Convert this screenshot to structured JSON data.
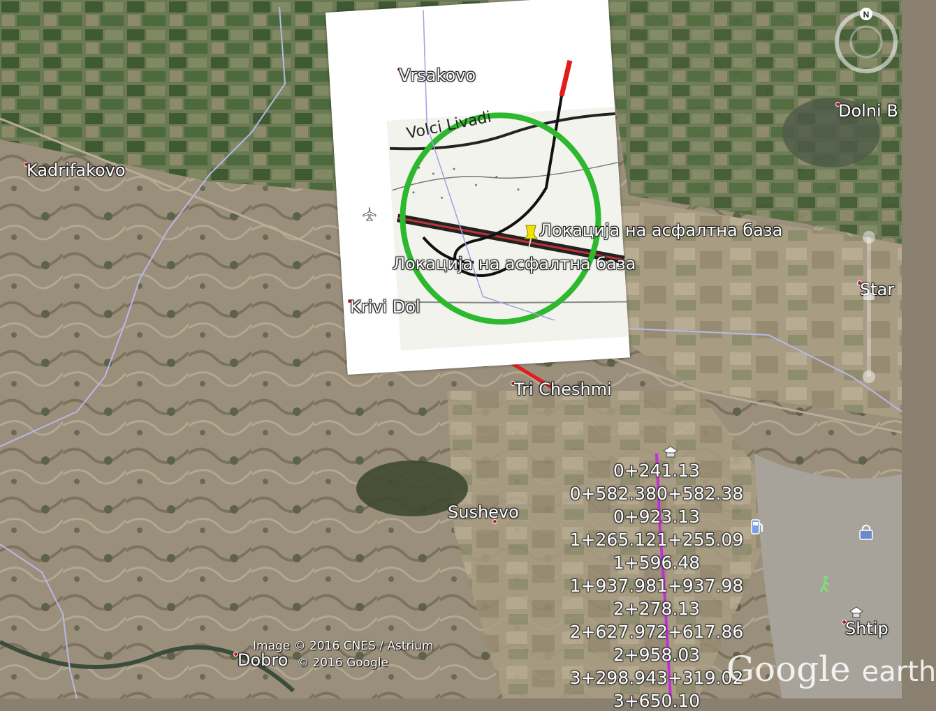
{
  "map": {
    "places": {
      "kadrifakovo": "Kadrifakovo",
      "vrsakovo": "Vrsakovo",
      "krivi_dol": "Krivi Dol",
      "tri_cheshmi": "Tri Cheshmi",
      "sushevo": "Sushevo",
      "dobro": "Dobro",
      "dolni_b": "Dolni B",
      "star": "Star",
      "shtip": "Shtip"
    },
    "placemarks": {
      "asphalt_base_1": "Локација на асфалтна база",
      "asphalt_base_2": "Локација на асфалтна база"
    },
    "overlay_text": "Volci Livadi",
    "chainage": [
      "0+241.13",
      "0+582.380+582.38",
      "0+923.13",
      "1+265.121+255.09",
      "1+596.48",
      "1+937.981+937.98",
      "2+278.13",
      "2+627.972+617.86",
      "2+958.03",
      "3+298.943+319.02",
      "3+650.10"
    ],
    "copyright_1": "Image © 2016 CNES / Astrium",
    "copyright_2": "© 2016 Google",
    "logo_google": "Google",
    "logo_earth": "earth",
    "compass_north": "N"
  },
  "colors": {
    "ring": "#2eb82e",
    "route_red": "#e31b1b",
    "admin_border": "#b8b8e8",
    "chainage_line": "#c22fd6",
    "pin": "#f2e200"
  },
  "icons": [
    "airport-icon",
    "pushpin-icon",
    "fuel-icon",
    "lock-icon",
    "hiker-icon",
    "school-icon",
    "compass-icon",
    "zoom-slider-icon"
  ]
}
